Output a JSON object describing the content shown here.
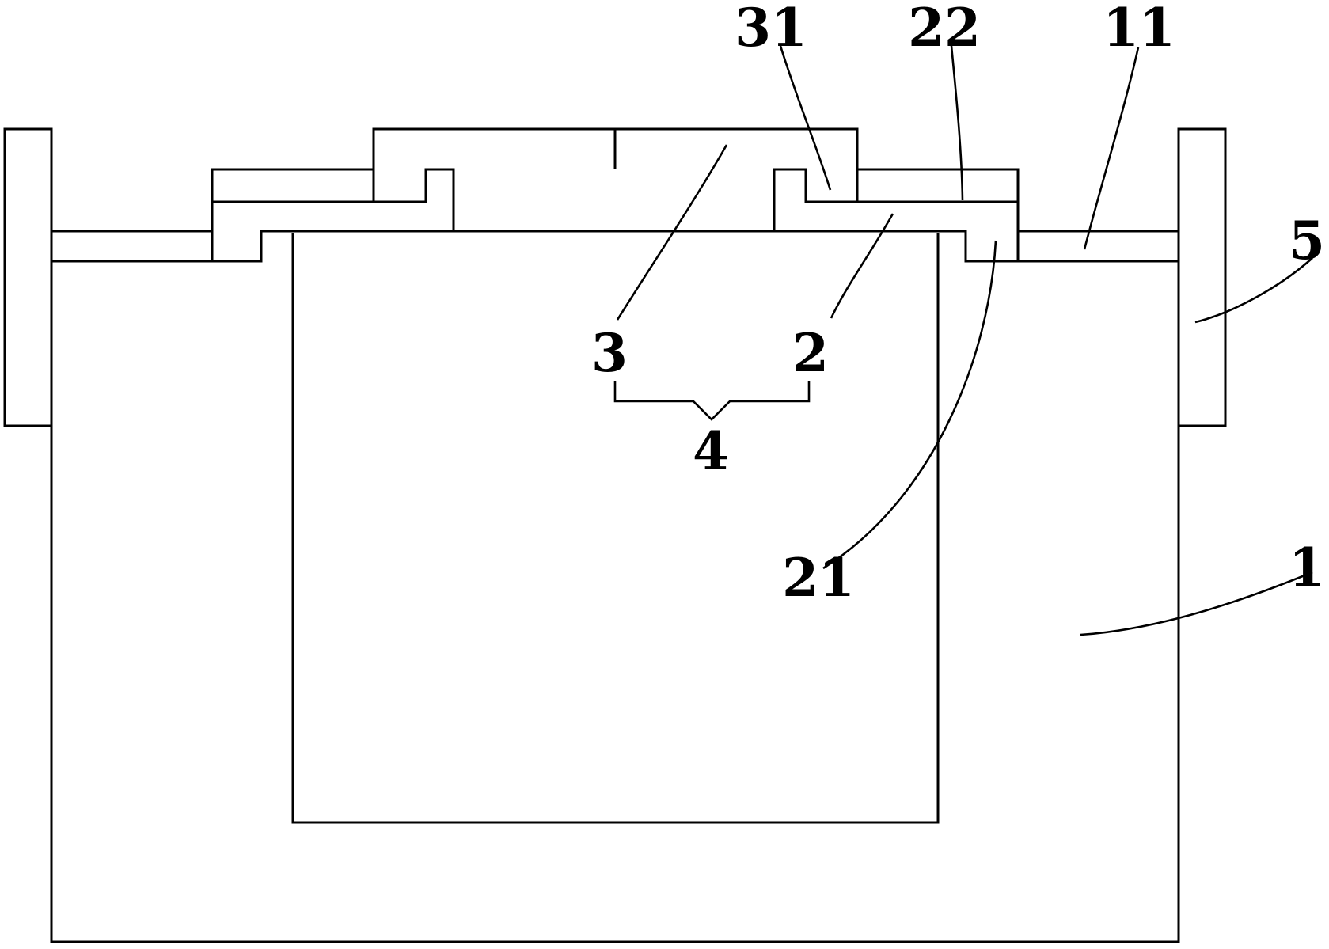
{
  "labels": {
    "l31": "31",
    "l22": "22",
    "l11": "11",
    "l5": "5",
    "l3": "3",
    "l2": "2",
    "l4": "4",
    "l21": "21",
    "l1": "1"
  }
}
